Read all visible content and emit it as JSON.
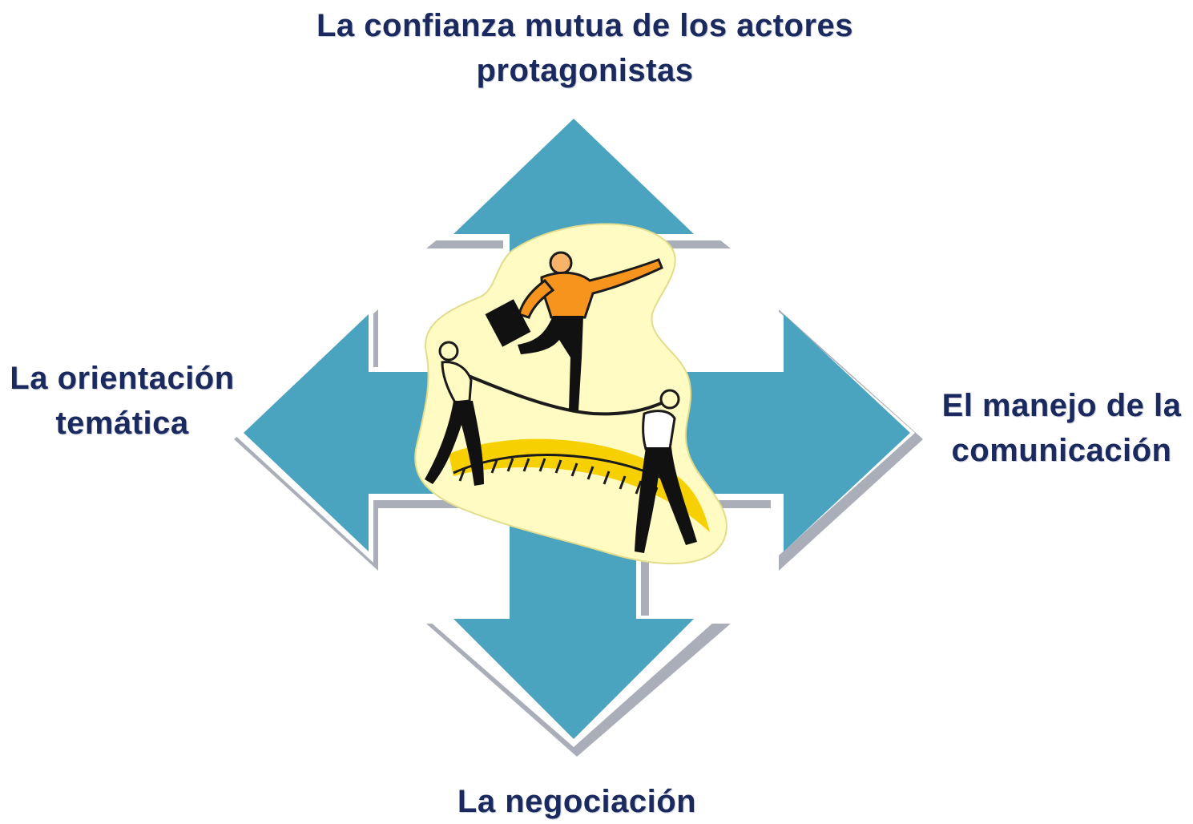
{
  "diagram": {
    "colors": {
      "arrow_fill": "#4aa3bf",
      "arrow_shadow": "#9aa0ac",
      "blob_fill": "#fffbc2",
      "label_text": "#1a2a5e",
      "figure_orange": "#f7941d",
      "figure_black": "#111111",
      "ground_yellow": "#f6d000"
    },
    "center_illustration": "people-on-tightrope-clipart",
    "labels": {
      "top": {
        "line1": "La confianza mutua de los actores",
        "line2": "protagonistas"
      },
      "left": {
        "line1": "La orientación",
        "line2": "temática"
      },
      "right": {
        "line1": "El manejo de la",
        "line2": "comunicación"
      },
      "bottom": {
        "line1": "La negociación"
      }
    }
  }
}
